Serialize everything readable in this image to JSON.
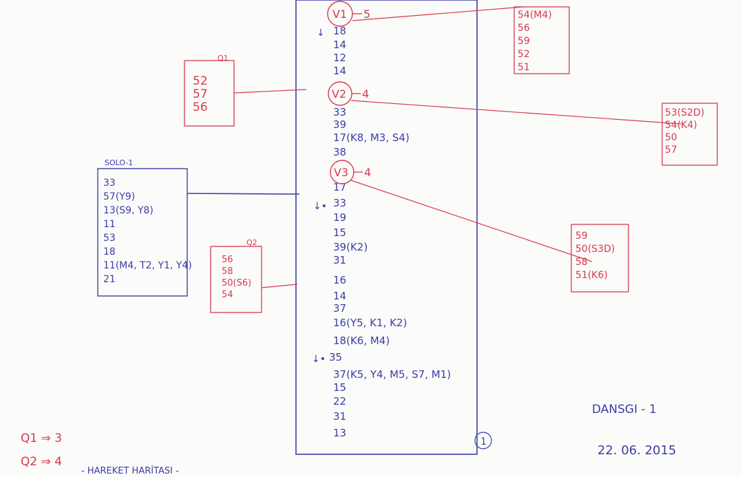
{
  "column_numbers": [
    "18",
    "14",
    "12",
    "14",
    "33",
    "39",
    "17(K8, M3, S4)",
    "38",
    "17",
    "33",
    "19",
    "15",
    "39(K2)",
    "31",
    "16",
    "14",
    "37",
    "16(Y5, K1, K2)",
    "18(K6, M4)",
    "35",
    "37(K5, Y4, M5, S7, M1)",
    "15",
    "22",
    "31",
    "13"
  ],
  "nodes": [
    {
      "id": "V1",
      "label": "V1",
      "count": "5"
    },
    {
      "id": "V2",
      "label": "V2",
      "count": "4"
    },
    {
      "id": "V3",
      "label": "V3",
      "count": "4"
    }
  ],
  "red_boxes": [
    {
      "id": "box-v1",
      "title": "",
      "items": [
        "54(M4)",
        "56",
        "59",
        "52",
        "51"
      ]
    },
    {
      "id": "box-v2",
      "title": "",
      "items": [
        "53(S2D)",
        "54(K4)",
        "50",
        "57"
      ]
    },
    {
      "id": "box-v3",
      "title": "",
      "items": [
        "59",
        "50(S3D)",
        "58",
        "51(K6)"
      ]
    },
    {
      "id": "box-q1",
      "title": "Q1",
      "items": [
        "52",
        "57",
        "56"
      ]
    },
    {
      "id": "box-q2",
      "title": "Q2",
      "items": [
        "56",
        "58",
        "50(S6)",
        "54"
      ]
    }
  ],
  "blue_box": {
    "title": "SOLO-1",
    "items": [
      "33",
      "57(Y9)",
      "13(S9, Y8)",
      "11",
      "53",
      "18",
      "11(M4, T2, Y1, Y4)",
      "21"
    ]
  },
  "summary": [
    "Q1 ⇒ 3",
    "Q2 ⇒ 4"
  ],
  "caption": "- HAREKET HARİTASI -",
  "page_number": "1",
  "signature": "DANSGI - 1",
  "date": "22. 06. 2015",
  "colors": {
    "blue": "#3a3ea8",
    "red": "#d6394d",
    "paper": "#fbfbf9"
  }
}
